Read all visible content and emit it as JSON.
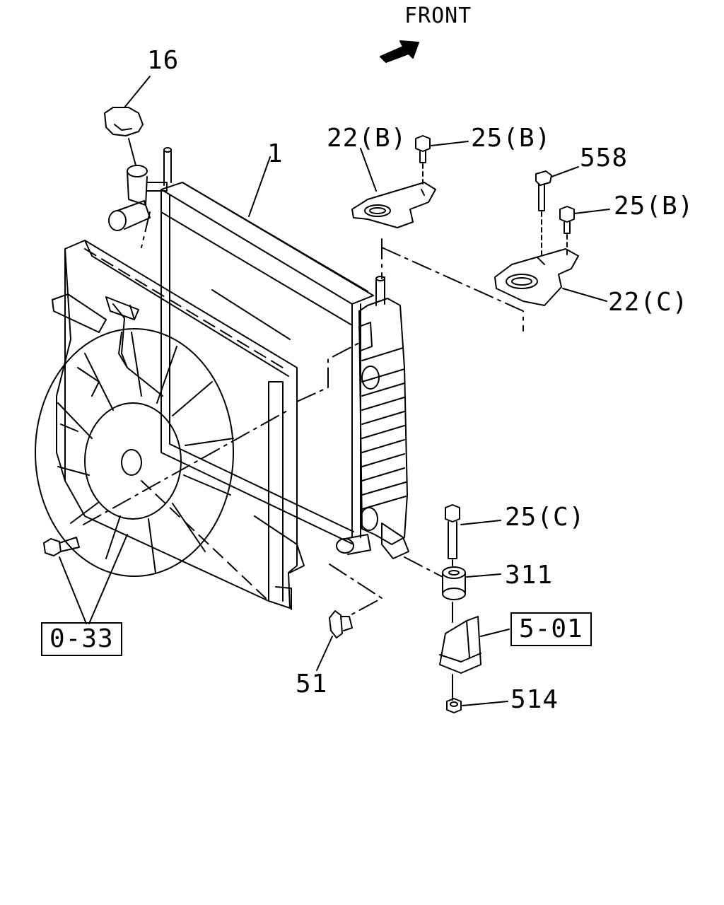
{
  "orientation": {
    "label": "FRONT"
  },
  "callouts": {
    "c16": "16",
    "c1": "1",
    "c22b": "22(B)",
    "c25b_top": "25(B)",
    "c558": "558",
    "c25b_right": "25(B)",
    "c22c": "22(C)",
    "c25c": "25(C)",
    "c311": "311",
    "c501": "5-01",
    "c514": "514",
    "c51": "51",
    "c033": "0-33"
  }
}
